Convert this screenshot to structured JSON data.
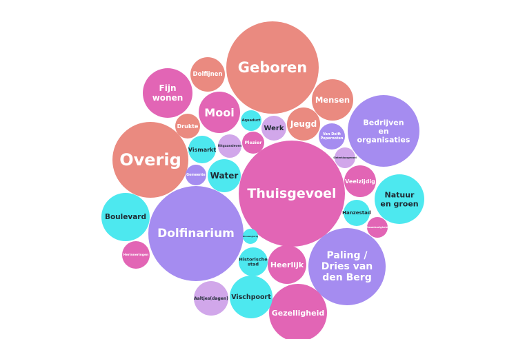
{
  "colors": {
    "salmon": "#ea8a80",
    "pink": "#e265b5",
    "purple": "#a58cf0",
    "cyan": "#4de8ef",
    "lilac": "#d1a7ea",
    "text_light": "#ffffff",
    "text_dark": "#1f2a33"
  },
  "bubbles": [
    {
      "id": "geboren",
      "label": "Geboren",
      "color": "salmon"
    },
    {
      "id": "thuisgevoel",
      "label": "Thuisgevoel",
      "color": "pink"
    },
    {
      "id": "dolfinarium",
      "label": "Dolfinarium",
      "color": "purple"
    },
    {
      "id": "overig",
      "label": "Overig",
      "color": "salmon"
    },
    {
      "id": "paling-dries-van-den-berg",
      "label": "Paling / Dries van den Berg",
      "color": "purple"
    },
    {
      "id": "bedrijven-en-organisaties",
      "label": "Bedrijven en organisaties",
      "color": "purple"
    },
    {
      "id": "natuur-en-groen",
      "label": "Natuur en groen",
      "color": "cyan"
    },
    {
      "id": "boulevard",
      "label": "Boulevard",
      "color": "cyan"
    },
    {
      "id": "fijn-wonen",
      "label": "Fijn wonen",
      "color": "pink"
    },
    {
      "id": "gezelligheid",
      "label": "Gezelligheid",
      "color": "pink"
    },
    {
      "id": "mooi",
      "label": "Mooi",
      "color": "pink"
    },
    {
      "id": "mensen",
      "label": "Mensen",
      "color": "salmon"
    },
    {
      "id": "jeugd",
      "label": "Jeugd",
      "color": "salmon"
    },
    {
      "id": "dolfijnen",
      "label": "Dolfijnen",
      "color": "salmon"
    },
    {
      "id": "heerlijk",
      "label": "Heerlijk",
      "color": "pink"
    },
    {
      "id": "vischpoort",
      "label": "Vischpoort",
      "color": "cyan"
    },
    {
      "id": "water",
      "label": "Water",
      "color": "cyan"
    },
    {
      "id": "veelzijdig",
      "label": "Veelzijdig",
      "color": "pink"
    },
    {
      "id": "aaltjes-dagen",
      "label": "Aaltjes(dagen)",
      "color": "lilac"
    },
    {
      "id": "historische-stad",
      "label": "Historische stad",
      "color": "cyan"
    },
    {
      "id": "hanzestad",
      "label": "Hanzestad",
      "color": "cyan"
    },
    {
      "id": "vismarkt",
      "label": "Vismarkt",
      "color": "cyan"
    },
    {
      "id": "werk",
      "label": "Werk",
      "color": "lilac"
    },
    {
      "id": "drukte",
      "label": "Drukte",
      "color": "salmon"
    },
    {
      "id": "herinneringen",
      "label": "Herinneringen",
      "color": "pink"
    },
    {
      "id": "van-delft-pepernoten",
      "label": "Van Delft Pepernoten",
      "color": "purple"
    },
    {
      "id": "uitgaansleven",
      "label": "Uitgaansleven",
      "color": "lilac"
    },
    {
      "id": "plezier",
      "label": "Plezier",
      "color": "pink"
    },
    {
      "id": "aquaduct",
      "label": "Aquaduct",
      "color": "cyan"
    },
    {
      "id": "gemeente",
      "label": "Gemeente",
      "color": "purple"
    },
    {
      "id": "saamhorigheid",
      "label": "Saamhorigheid",
      "color": "pink"
    },
    {
      "id": "sinterklaasgevoel",
      "label": "Sinterklaasgevoel",
      "color": "lilac"
    },
    {
      "id": "nieuwsgierig",
      "label": "Nieuwsgierig",
      "color": "cyan"
    }
  ]
}
